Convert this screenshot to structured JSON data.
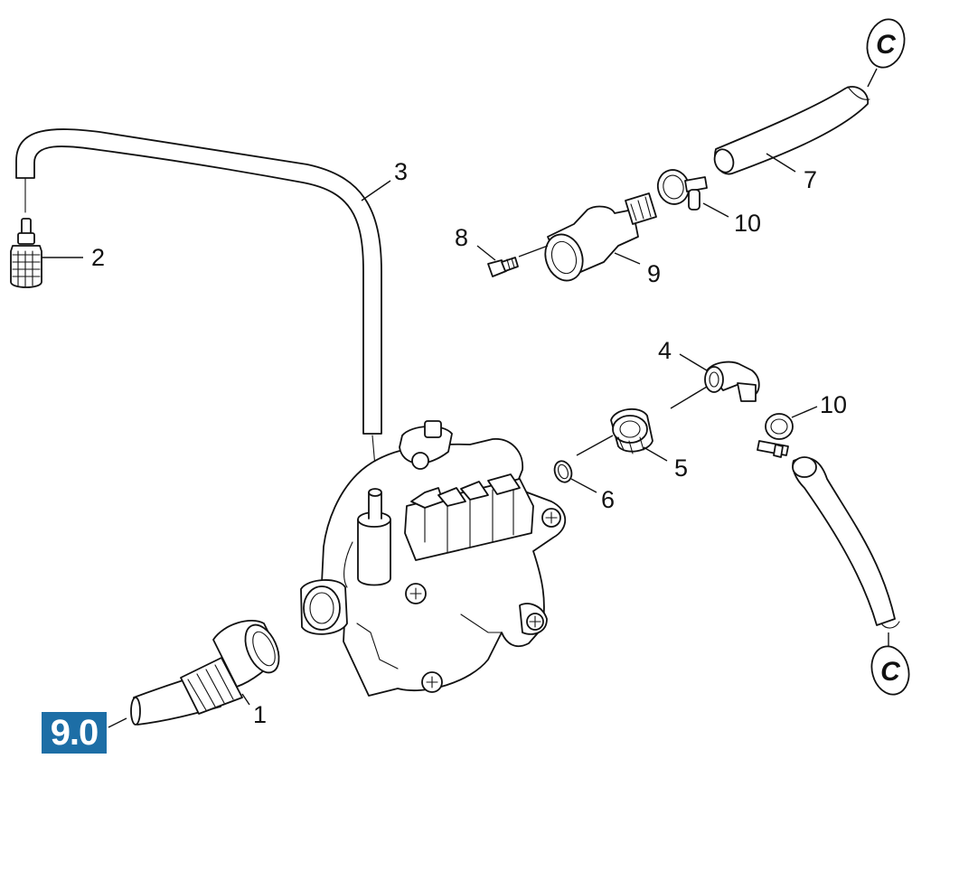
{
  "section_badge": {
    "label": "9.0",
    "color": "#1d6ea6"
  },
  "callouts": [
    {
      "id": "1",
      "label": "1"
    },
    {
      "id": "2",
      "label": "2"
    },
    {
      "id": "3",
      "label": "3"
    },
    {
      "id": "4",
      "label": "4"
    },
    {
      "id": "5",
      "label": "5"
    },
    {
      "id": "6",
      "label": "6"
    },
    {
      "id": "7",
      "label": "7"
    },
    {
      "id": "8",
      "label": "8"
    },
    {
      "id": "9",
      "label": "9"
    },
    {
      "id": "10a",
      "label": "10"
    },
    {
      "id": "10b",
      "label": "10"
    }
  ],
  "reference_markers": [
    {
      "id": "top",
      "letter": "C"
    },
    {
      "id": "bottom",
      "letter": "C"
    }
  ]
}
